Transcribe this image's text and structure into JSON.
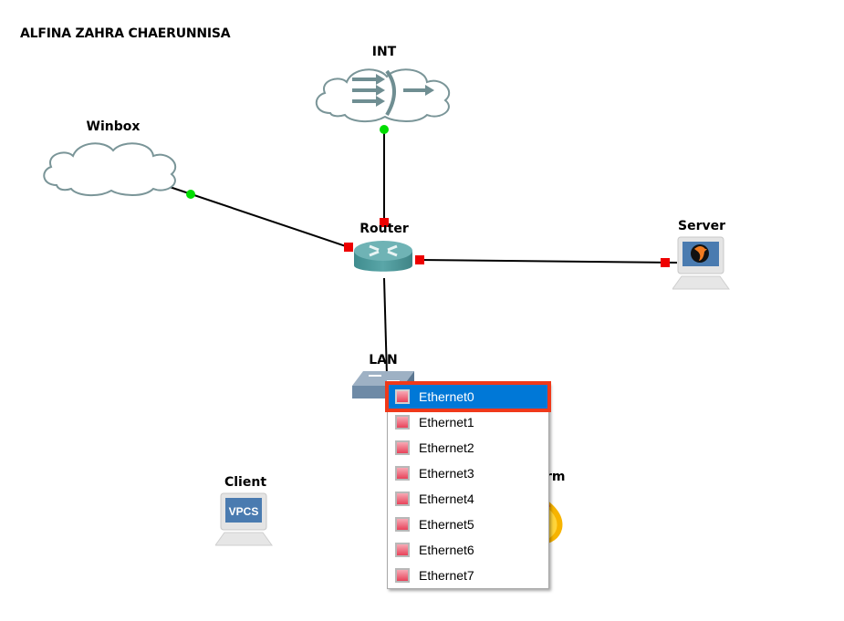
{
  "canvas": {
    "title": "ALFINA ZAHRA CHAERUNNISA"
  },
  "nodes": {
    "int": {
      "label": "INT",
      "type": "cloud-nat",
      "icon": "cloud-nat-icon"
    },
    "winbox": {
      "label": "Winbox",
      "type": "cloud",
      "icon": "cloud-icon"
    },
    "router": {
      "label": "Router",
      "type": "router",
      "icon": "router-icon"
    },
    "server": {
      "label": "Server",
      "type": "qemu-vm",
      "icon": "qemu-computer-icon"
    },
    "lan": {
      "label": "LAN",
      "type": "switch",
      "icon": "switch-icon"
    },
    "client": {
      "label": "Client",
      "type": "vpcs",
      "icon": "vpcs-computer-icon",
      "screen_text": "VPCS"
    },
    "partial": {
      "label": "rm",
      "type": "firefox-like",
      "icon": "flame-icon"
    }
  },
  "links": [
    {
      "from": "int",
      "to": "router",
      "status_from": "green",
      "status_to": "red"
    },
    {
      "from": "winbox",
      "to": "router",
      "status_from": "green",
      "status_to": "red"
    },
    {
      "from": "router",
      "to": "server",
      "status_from": "red",
      "status_to": "red"
    },
    {
      "from": "router",
      "to": "lan",
      "status_from": "none",
      "status_to": "none"
    }
  ],
  "colors": {
    "link_up": "#00dd00",
    "link_down": "#ee0000",
    "menu_selected_bg": "#0078d7",
    "menu_highlight_border": "#f0391a",
    "cloud_stroke": "#7a9598",
    "router_body": "#4e9a9c"
  },
  "context_menu": {
    "items": [
      {
        "label": "Ethernet0",
        "selected": true
      },
      {
        "label": "Ethernet1",
        "selected": false
      },
      {
        "label": "Ethernet2",
        "selected": false
      },
      {
        "label": "Ethernet3",
        "selected": false
      },
      {
        "label": "Ethernet4",
        "selected": false
      },
      {
        "label": "Ethernet5",
        "selected": false
      },
      {
        "label": "Ethernet6",
        "selected": false
      },
      {
        "label": "Ethernet7",
        "selected": false
      }
    ]
  }
}
